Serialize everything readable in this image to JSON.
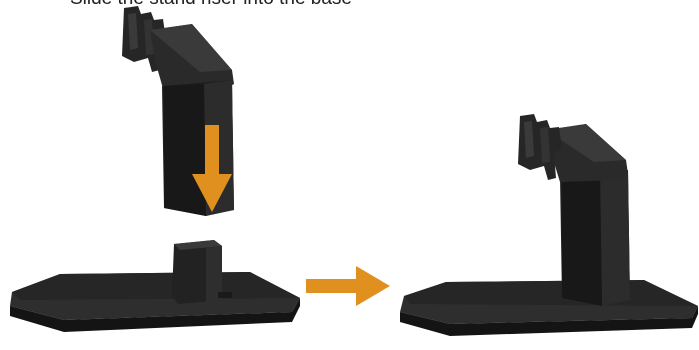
{
  "caption": {
    "partial_text": "Slide the stand riser into the base"
  },
  "colors": {
    "arrow": "#e0901f",
    "stand_dark": "#1e1e1e",
    "stand_mid": "#2b2b2b",
    "stand_light": "#3a3a3a",
    "background": "#ffffff"
  },
  "steps": [
    {
      "id": "step-1",
      "content": "riser above base with downward insertion arrow"
    },
    {
      "id": "step-2",
      "content": "assembled stand"
    }
  ],
  "icons": {
    "insert_arrow": "arrow-down-icon",
    "next_arrow": "arrow-right-icon"
  }
}
